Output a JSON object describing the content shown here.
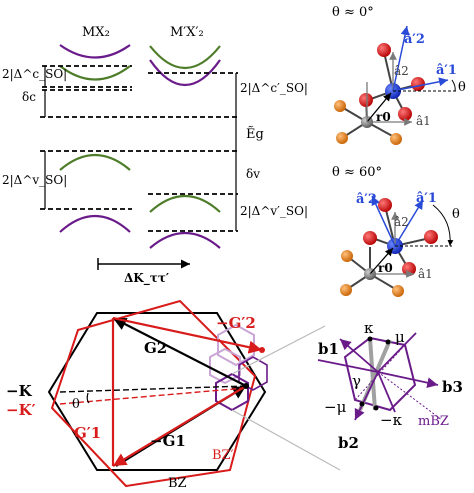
{
  "band_panel": {
    "material_left": "MX₂",
    "material_right": "M′X′₂",
    "delta_so_c": "2|Δ^c_SO|",
    "delta_so_c_prime": "2|Δ^c′_SO|",
    "delta_c": "δc",
    "gap": "Ẽg",
    "delta_so_v": "2|Δ^v_SO|",
    "delta_v": "δv",
    "delta_so_v_prime": "2|Δ^v′_SO|",
    "delta_k": "ΔK_ττ′"
  },
  "lattice_0": {
    "title": "θ ≈ 0°",
    "a2p": "â′2",
    "a2": "â2",
    "a1p": "â′1",
    "theta": "θ",
    "r0": "r0",
    "a1": "â1"
  },
  "lattice_60": {
    "title": "θ ≈ 60°",
    "a2p": "â′2",
    "a1p": "â′1",
    "a2": "â2",
    "theta": "θ",
    "r0": "r0",
    "a1": "â1"
  },
  "bz_panel": {
    "g2p": "−G′2",
    "g2": "G2",
    "mk": "−K",
    "mkp": "−K′",
    "theta": "θ",
    "g1p": "G′1",
    "mg1": "−G1",
    "bzp": "BZ′",
    "bz": "BZ"
  },
  "mbz_panel": {
    "b1": "b1",
    "kappa": "κ",
    "mu": "μ",
    "gamma": "γ",
    "b3": "b3",
    "mbz": "mBZ",
    "mmu": "−μ",
    "mkappa": "−κ",
    "b2": "b2"
  },
  "colors": {
    "purple": "#6a1b8a",
    "green": "#4e7d2a",
    "red": "#d81b1b",
    "blue": "#2a4bd7",
    "orange": "#e07b1a",
    "gray": "#7a7a7a",
    "light_purple": "#c9a6d6"
  }
}
